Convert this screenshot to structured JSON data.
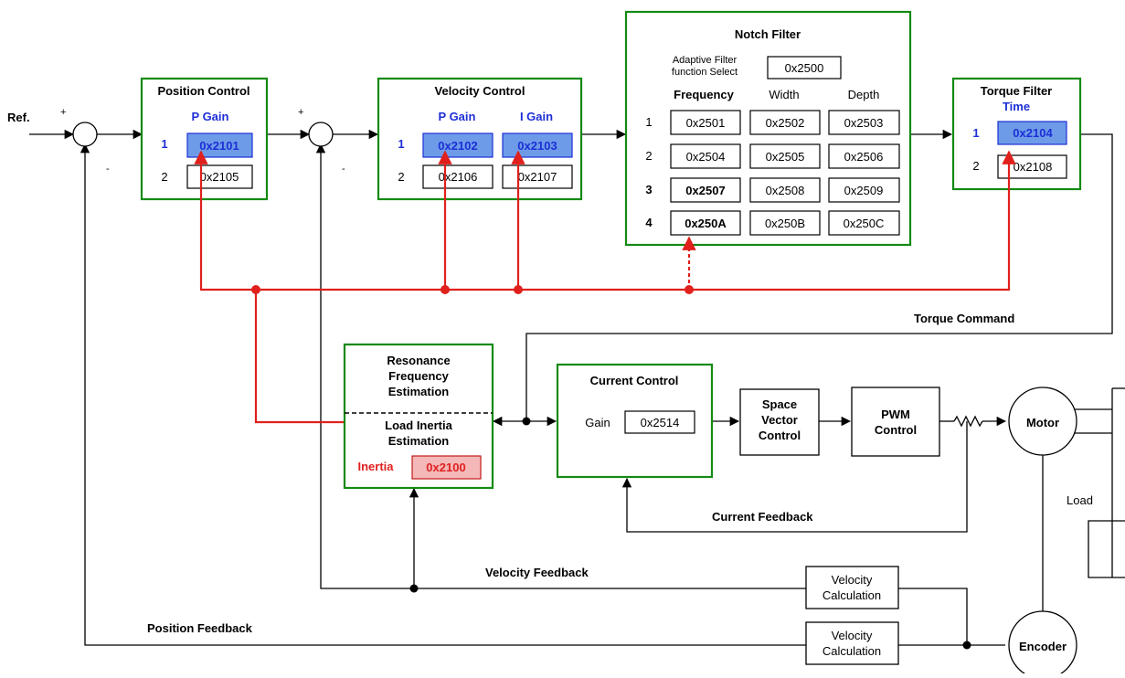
{
  "ref": "Ref.",
  "signs": {
    "plus": "+",
    "minus": "-"
  },
  "position_control": {
    "title": "Position Control",
    "p_gain_label": "P Gain",
    "row1": "1",
    "row2": "2",
    "p_gain_1": "0x2101",
    "p_gain_2": "0x2105"
  },
  "velocity_control": {
    "title": "Velocity Control",
    "p_gain_label": "P Gain",
    "i_gain_label": "I Gain",
    "row1": "1",
    "row2": "2",
    "p_gain_1": "0x2102",
    "i_gain_1": "0x2103",
    "p_gain_2": "0x2106",
    "i_gain_2": "0x2107"
  },
  "notch_filter": {
    "title": "Notch Filter",
    "adaptive_label_1": "Adaptive Filter",
    "adaptive_label_2": "function Select",
    "adaptive_value": "0x2500",
    "col_frequency": "Frequency",
    "col_width": "Width",
    "col_depth": "Depth",
    "rows": [
      {
        "n": "1",
        "f": "0x2501",
        "w": "0x2502",
        "d": "0x2503"
      },
      {
        "n": "2",
        "f": "0x2504",
        "w": "0x2505",
        "d": "0x2506"
      },
      {
        "n": "3",
        "f": "0x2507",
        "w": "0x2508",
        "d": "0x2509"
      },
      {
        "n": "4",
        "f": "0x250A",
        "w": "0x250B",
        "d": "0x250C"
      }
    ]
  },
  "torque_filter": {
    "title": "Torque Filter",
    "time_label": "Time",
    "row1": "1",
    "row2": "2",
    "time_1": "0x2104",
    "time_2": "0x2108"
  },
  "torque_command": "Torque Command",
  "estimation": {
    "res_1": "Resonance",
    "res_2": "Frequency",
    "res_3": "Estimation",
    "load_1": "Load Inertia",
    "load_2": "Estimation",
    "inertia_label": "Inertia",
    "inertia_value": "0x2100"
  },
  "current_control": {
    "title": "Current Control",
    "gain_label": "Gain",
    "gain_value": "0x2514"
  },
  "svc": {
    "l1": "Space",
    "l2": "Vector",
    "l3": "Control"
  },
  "pwm": {
    "l1": "PWM",
    "l2": "Control"
  },
  "motor": "Motor",
  "encoder": "Encoder",
  "load": "Load",
  "current_feedback": "Current Feedback",
  "velocity_feedback": "Velocity Feedback",
  "position_feedback": "Position Feedback",
  "vel_calc_1": {
    "l1": "Velocity",
    "l2": "Calculation"
  },
  "vel_calc_2": {
    "l1": "Velocity",
    "l2": "Calculation"
  },
  "colors": {
    "green": "#138a13",
    "red": "#e0201c",
    "blue": "#1d2fd6",
    "highlight": "#6e9be8",
    "inertia_fill": "#f4b8b8"
  }
}
